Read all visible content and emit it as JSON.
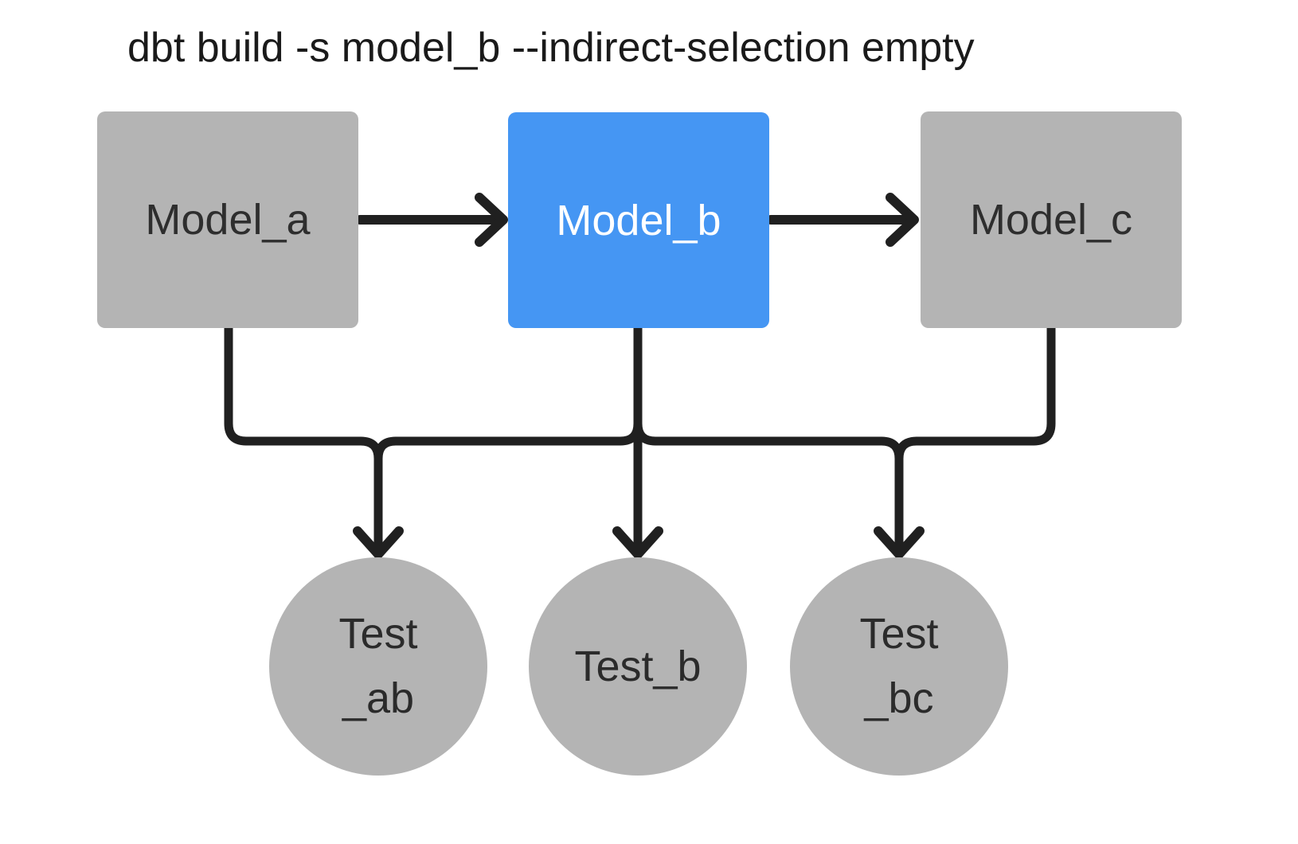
{
  "title": "dbt build -s model_b --indirect-selection empty",
  "colors": {
    "background": "#ffffff",
    "model_default": "#b4b4b4",
    "model_selected": "#4596f3",
    "edge": "#202020",
    "model_text_dark": "#2e2e2e",
    "model_text_light": "#ffffff",
    "test_text": "#2b2b2b",
    "title_text": "#1a1a1a"
  },
  "nodes": {
    "models": [
      {
        "id": "model_a",
        "label": "Model_a",
        "selected": false
      },
      {
        "id": "model_b",
        "label": "Model_b",
        "selected": true
      },
      {
        "id": "model_c",
        "label": "Model_c",
        "selected": false
      }
    ],
    "tests": [
      {
        "id": "test_ab",
        "line1": "Test",
        "line2": "_ab"
      },
      {
        "id": "test_b",
        "line1": "Test_b",
        "line2": ""
      },
      {
        "id": "test_bc",
        "line1": "Test",
        "line2": "_bc"
      }
    ]
  },
  "edges": [
    {
      "from": "model_a",
      "to": "model_b"
    },
    {
      "from": "model_b",
      "to": "model_c"
    },
    {
      "from": "model_a",
      "to": "test_ab"
    },
    {
      "from": "model_b",
      "to": "test_ab"
    },
    {
      "from": "model_b",
      "to": "test_b"
    },
    {
      "from": "model_b",
      "to": "test_bc"
    },
    {
      "from": "model_c",
      "to": "test_bc"
    }
  ]
}
